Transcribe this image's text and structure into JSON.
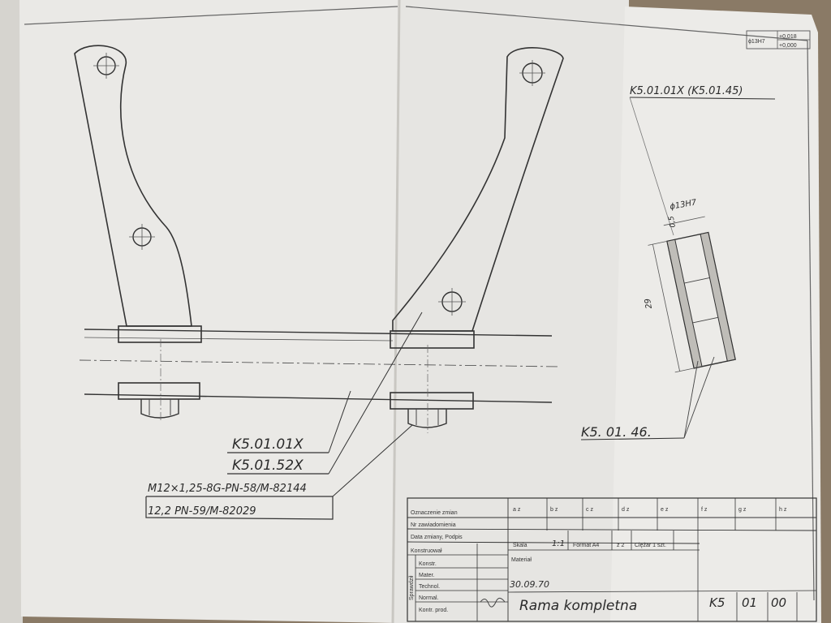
{
  "drawing": {
    "labels": {
      "part_frame": "K5.01.01X",
      "part_plate": "K5.01.52X",
      "bolt_spec": "M12×1,25-8G-PN-58/M-82144",
      "washer_spec": "12,2  PN-59/M-82029",
      "sleeve_header": "K5.01.01X (K5.01.45)",
      "sleeve_part": "K5. 01. 46.",
      "bore_dim": "ϕ13H7",
      "length_dim": "29",
      "wall_dim": "0,5",
      "tolerance_box": {
        "fit": "ϕ13H7",
        "upper": "+0,018",
        "lower": "+0,000"
      }
    },
    "title_block": {
      "changes_header": "Oznaczenie zmian",
      "notice_header": "Nr zawiadomienia",
      "date_header": "Data zmiany, Podpis",
      "columns": [
        "a z",
        "b z",
        "c z",
        "d z",
        "e z",
        "f z",
        "g z",
        "h z"
      ],
      "roles": [
        "Konstruował",
        "Konstr.",
        "Mater.",
        "Technol.",
        "Normal.",
        "Kontr. prod."
      ],
      "side_label": "Sprawdził",
      "scale_label": "Skala",
      "scale_value": "1:1",
      "format_label": "Format A4",
      "sheet_label": "z 2",
      "count_label": "Ciężar 1 szt.",
      "material_label": "Materiał",
      "date": "30.09.70",
      "title": "Rama kompletna",
      "drawing_number": [
        "K5",
        "01",
        "00"
      ]
    }
  }
}
